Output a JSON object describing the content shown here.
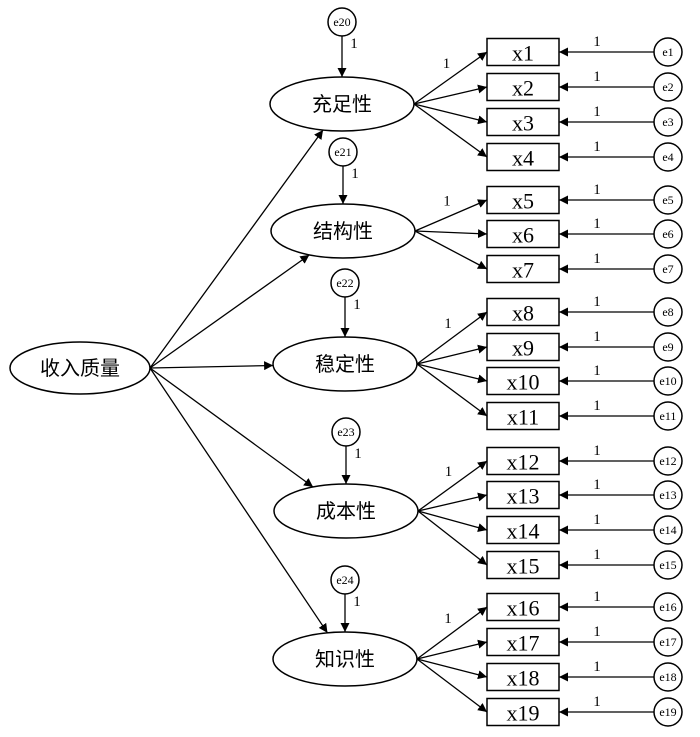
{
  "diagram": {
    "type": "structural-equation-model",
    "second_order_factor": {
      "id": "Q",
      "label": "收入质量"
    },
    "first_order_factors": [
      {
        "id": "F1",
        "label": "充足性",
        "error": "e20",
        "error_weight": "1",
        "indicators": [
          "x1",
          "x2",
          "x3",
          "x4"
        ]
      },
      {
        "id": "F2",
        "label": "结构性",
        "error": "e21",
        "error_weight": "1",
        "indicators": [
          "x5",
          "x6",
          "x7"
        ]
      },
      {
        "id": "F3",
        "label": "稳定性",
        "error": "e22",
        "error_weight": "1",
        "indicators": [
          "x8",
          "x9",
          "x10",
          "x11"
        ]
      },
      {
        "id": "F4",
        "label": "成本性",
        "error": "e23",
        "error_weight": "1",
        "indicators": [
          "x12",
          "x13",
          "x14",
          "x15"
        ]
      },
      {
        "id": "F5",
        "label": "知识性",
        "error": "e24",
        "error_weight": "1",
        "indicators": [
          "x16",
          "x17",
          "x18",
          "x19"
        ]
      }
    ],
    "indicators": [
      {
        "label": "x1",
        "error": "e1",
        "error_weight": "1"
      },
      {
        "label": "x2",
        "error": "e2",
        "error_weight": "1"
      },
      {
        "label": "x3",
        "error": "e3",
        "error_weight": "1"
      },
      {
        "label": "x4",
        "error": "e4",
        "error_weight": "1"
      },
      {
        "label": "x5",
        "error": "e5",
        "error_weight": "1"
      },
      {
        "label": "x6",
        "error": "e6",
        "error_weight": "1"
      },
      {
        "label": "x7",
        "error": "e7",
        "error_weight": "1"
      },
      {
        "label": "x8",
        "error": "e8",
        "error_weight": "1"
      },
      {
        "label": "x9",
        "error": "e9",
        "error_weight": "1"
      },
      {
        "label": "x10",
        "error": "e10",
        "error_weight": "1"
      },
      {
        "label": "x11",
        "error": "e11",
        "error_weight": "1"
      },
      {
        "label": "x12",
        "error": "e12",
        "error_weight": "1"
      },
      {
        "label": "x13",
        "error": "e13",
        "error_weight": "1"
      },
      {
        "label": "x14",
        "error": "e14",
        "error_weight": "1"
      },
      {
        "label": "x15",
        "error": "e15",
        "error_weight": "1"
      },
      {
        "label": "x16",
        "error": "e16",
        "error_weight": "1"
      },
      {
        "label": "x17",
        "error": "e17",
        "error_weight": "1"
      },
      {
        "label": "x18",
        "error": "e18",
        "error_weight": "1"
      },
      {
        "label": "x19",
        "error": "e19",
        "error_weight": "1"
      }
    ],
    "first_loading_label": "1"
  }
}
